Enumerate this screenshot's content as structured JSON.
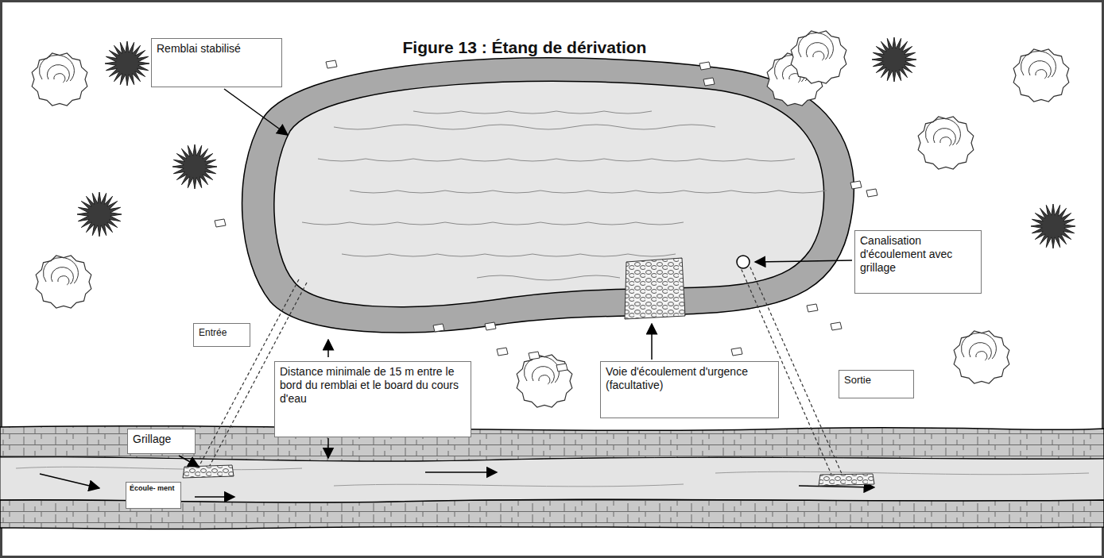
{
  "diagram": {
    "title": "Figure 13 : Étang de dérivation",
    "nodes": [
      {
        "text": [
          "Remblai stabilisé"
        ]
      },
      {
        "text": [
          "Canalisation d'écoulement avec grillage"
        ]
      },
      {
        "text": [
          "Entrée"
        ]
      },
      {
        "text": [
          "Distance minimale de 15 m entre le bord du remblai et le board du cours d'eau"
        ]
      },
      {
        "text": [
          "Voie d'écoulement d'urgence (facultative)"
        ]
      },
      {
        "text": [
          "Sortie"
        ]
      },
      {
        "text": [
          "Grillage"
        ]
      },
      {
        "text": [
          "Écoule- ment"
        ]
      }
    ]
  }
}
